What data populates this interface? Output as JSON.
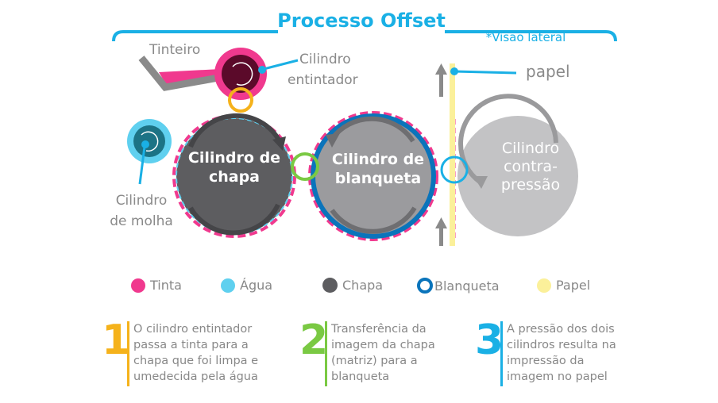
{
  "title": "Processo Offset",
  "subtitle": "*Visão lateral",
  "labels": {
    "tinteiro": "Tinteiro",
    "entintador": [
      "Cilindro",
      "entintador"
    ],
    "molha": [
      "Cilindro",
      "de molha"
    ],
    "papel": "papel",
    "chapa": [
      "Cilindro de",
      "chapa"
    ],
    "blanqueta": [
      "Cilindro de",
      "blanqueta"
    ],
    "contra": [
      "Cilindro",
      "contra-",
      "pressão"
    ]
  },
  "legend": [
    {
      "label": "Tinta",
      "color": "#f0398e"
    },
    {
      "label": "Água",
      "color": "#5fd0ef"
    },
    {
      "label": "Chapa",
      "color": "#5d5d60"
    },
    {
      "label": "Blanqueta",
      "color": "#0a74bb"
    },
    {
      "label": "Papel",
      "color": "#fbf09a"
    }
  ],
  "steps": [
    {
      "number": "1",
      "color": "#f5b21b",
      "lines": [
        "O cilindro entintador",
        "passa a tinta para a",
        "chapa que foi limpa e",
        "umedecida pela água"
      ]
    },
    {
      "number": "2",
      "color": "#7ac943",
      "lines": [
        "Transferência da",
        "imagem da chapa",
        "(matriz) para a",
        "blanqueta"
      ]
    },
    {
      "number": "3",
      "color": "#1ab0e5",
      "lines": [
        "A pressão dos dois",
        "cilindros resulta na",
        "impressão da",
        "imagem no papel"
      ]
    }
  ]
}
